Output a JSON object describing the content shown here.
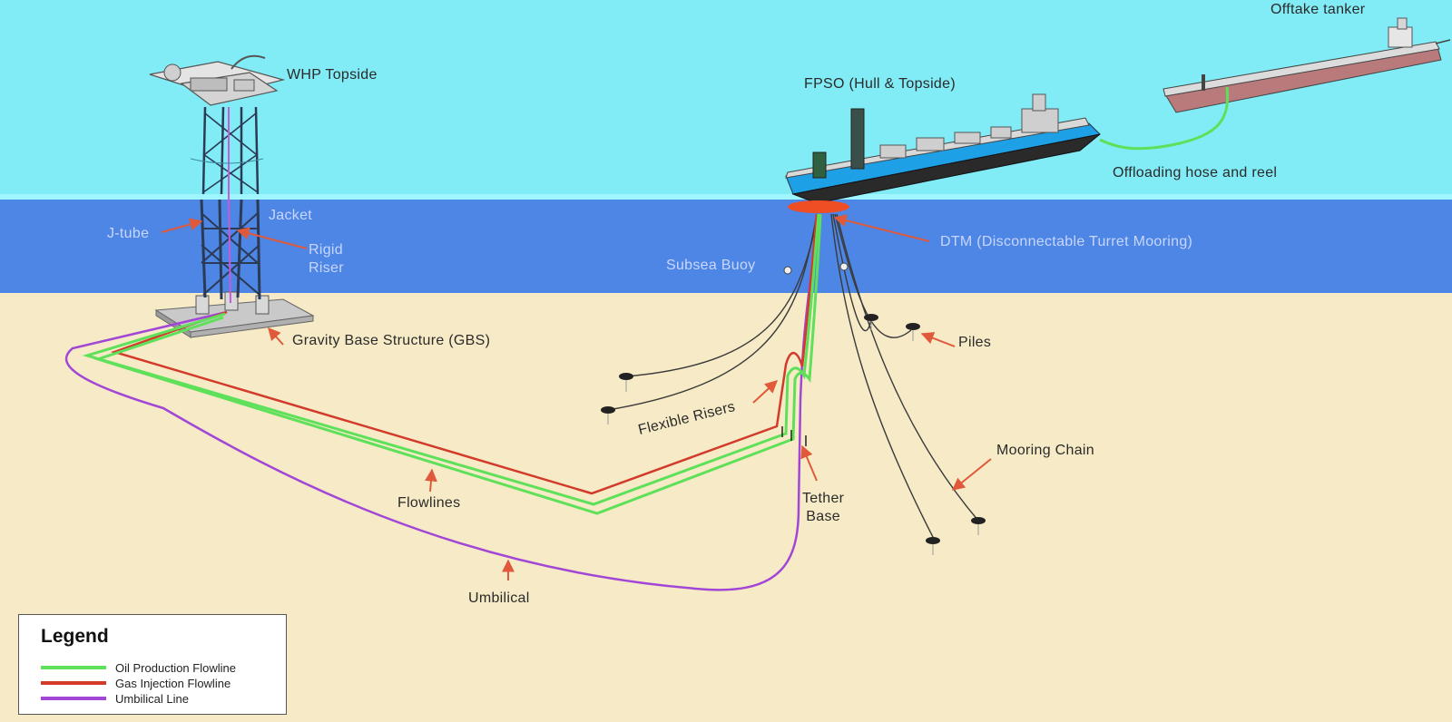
{
  "colors": {
    "sky": "#82ecf6",
    "sea": "#4d86e4",
    "seabed": "#f7ebc7",
    "oil": "#5fe05a",
    "gas": "#d23a2a",
    "umbilical": "#a246d6",
    "callout_arrow": "#e0593a",
    "mooring": "#3a3a3a"
  },
  "labels": {
    "offtake_tanker": "Offtake tanker",
    "whp_topside": "WHP Topside",
    "fpso": "FPSO (Hull & Topside)",
    "offloading_hose": "Offloading hose and reel",
    "jacket": "Jacket",
    "j_tube": "J-tube",
    "rigid_riser": "Rigid\nRiser",
    "dtm": "DTM (Disconnectable Turret Mooring)",
    "subsea_buoy": "Subsea Buoy",
    "gbs": "Gravity Base Structure (GBS)",
    "piles": "Piles",
    "flexible_risers": "Flexible Risers",
    "mooring_chain": "Mooring Chain",
    "flowlines": "Flowlines",
    "tether_base": "Tether\nBase",
    "umbilical": "Umbilical"
  },
  "legend": {
    "title": "Legend",
    "items": [
      {
        "label": "Oil Production Flowline",
        "color": "#5fe05a"
      },
      {
        "label": "Gas Injection Flowline",
        "color": "#d23a2a"
      },
      {
        "label": "Umbilical Line",
        "color": "#a246d6"
      }
    ]
  }
}
